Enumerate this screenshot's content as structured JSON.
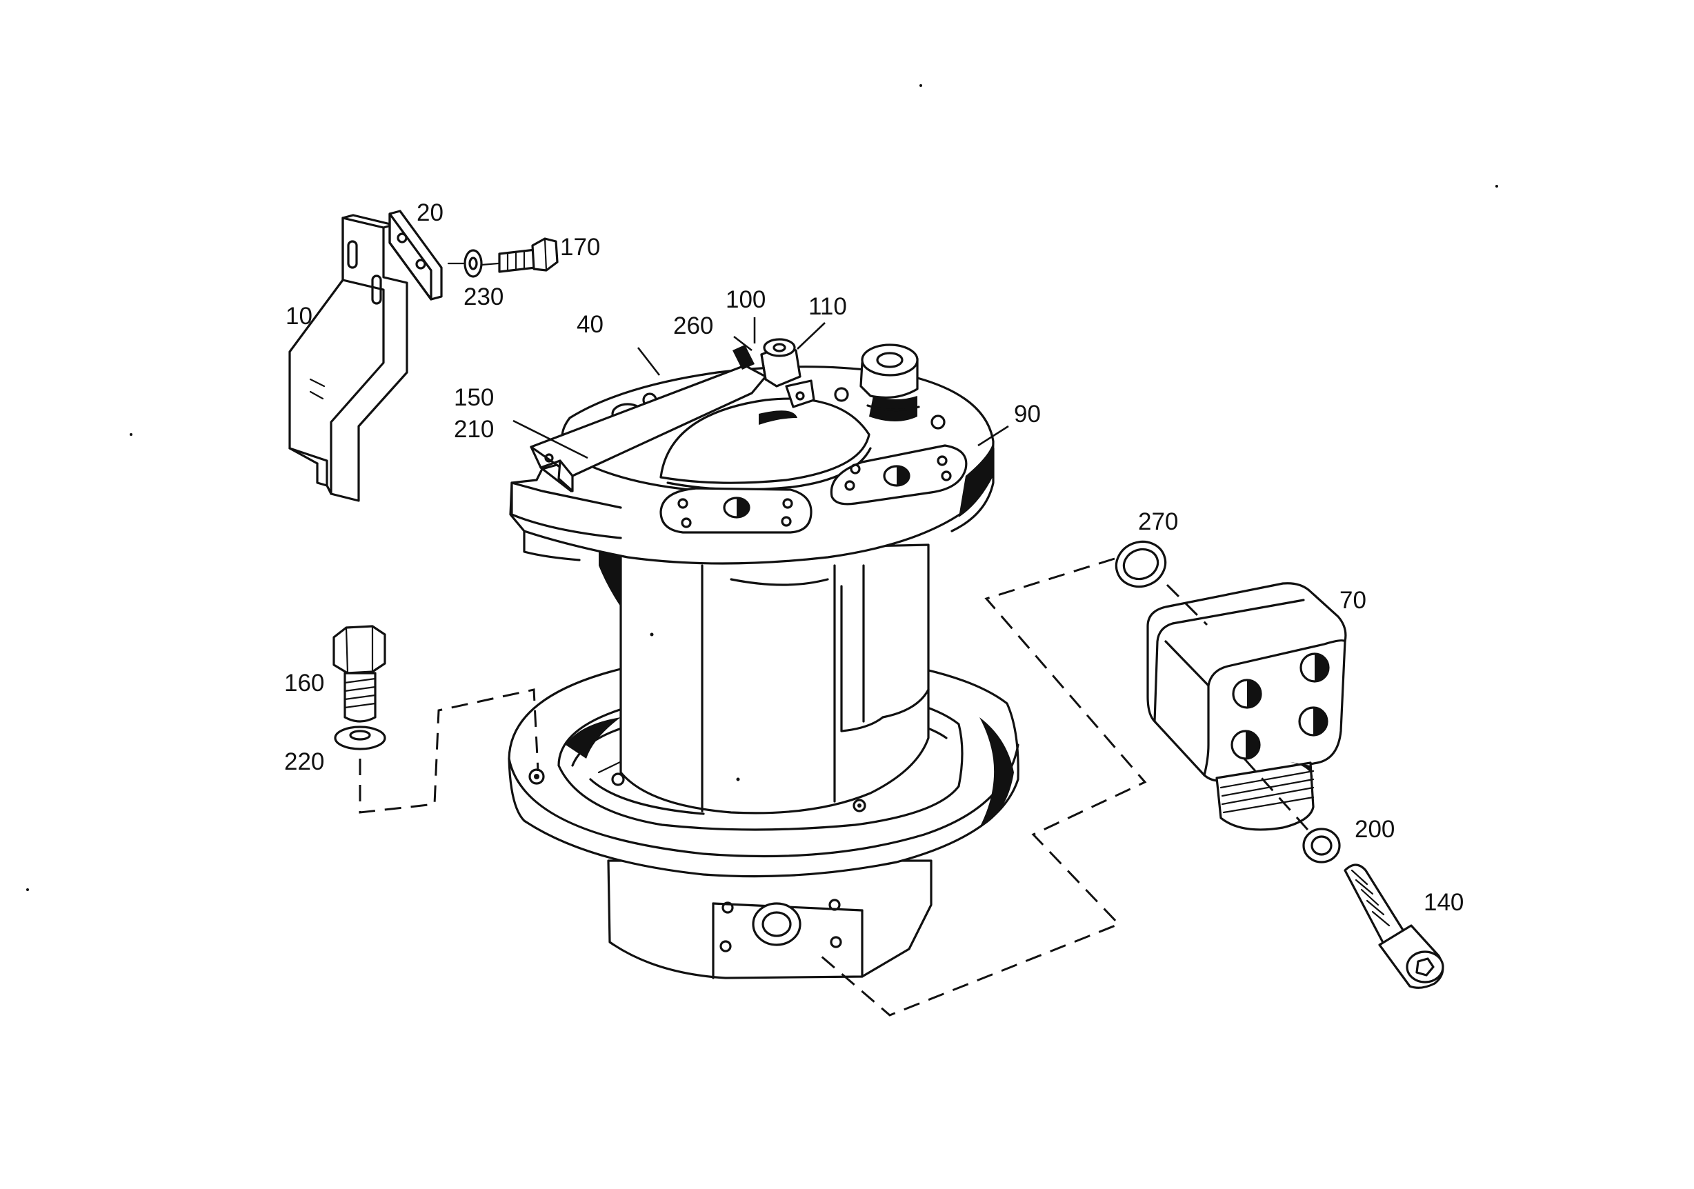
{
  "callouts": {
    "c10": "10",
    "c20": "20",
    "c170": "170",
    "c230": "230",
    "c40": "40",
    "c260": "260",
    "c100": "100",
    "c110": "110",
    "c150": "150",
    "c210": "210",
    "c90": "90",
    "c270": "270",
    "c70": "70",
    "c160": "160",
    "c220": "220",
    "c200": "200",
    "c140": "140"
  }
}
